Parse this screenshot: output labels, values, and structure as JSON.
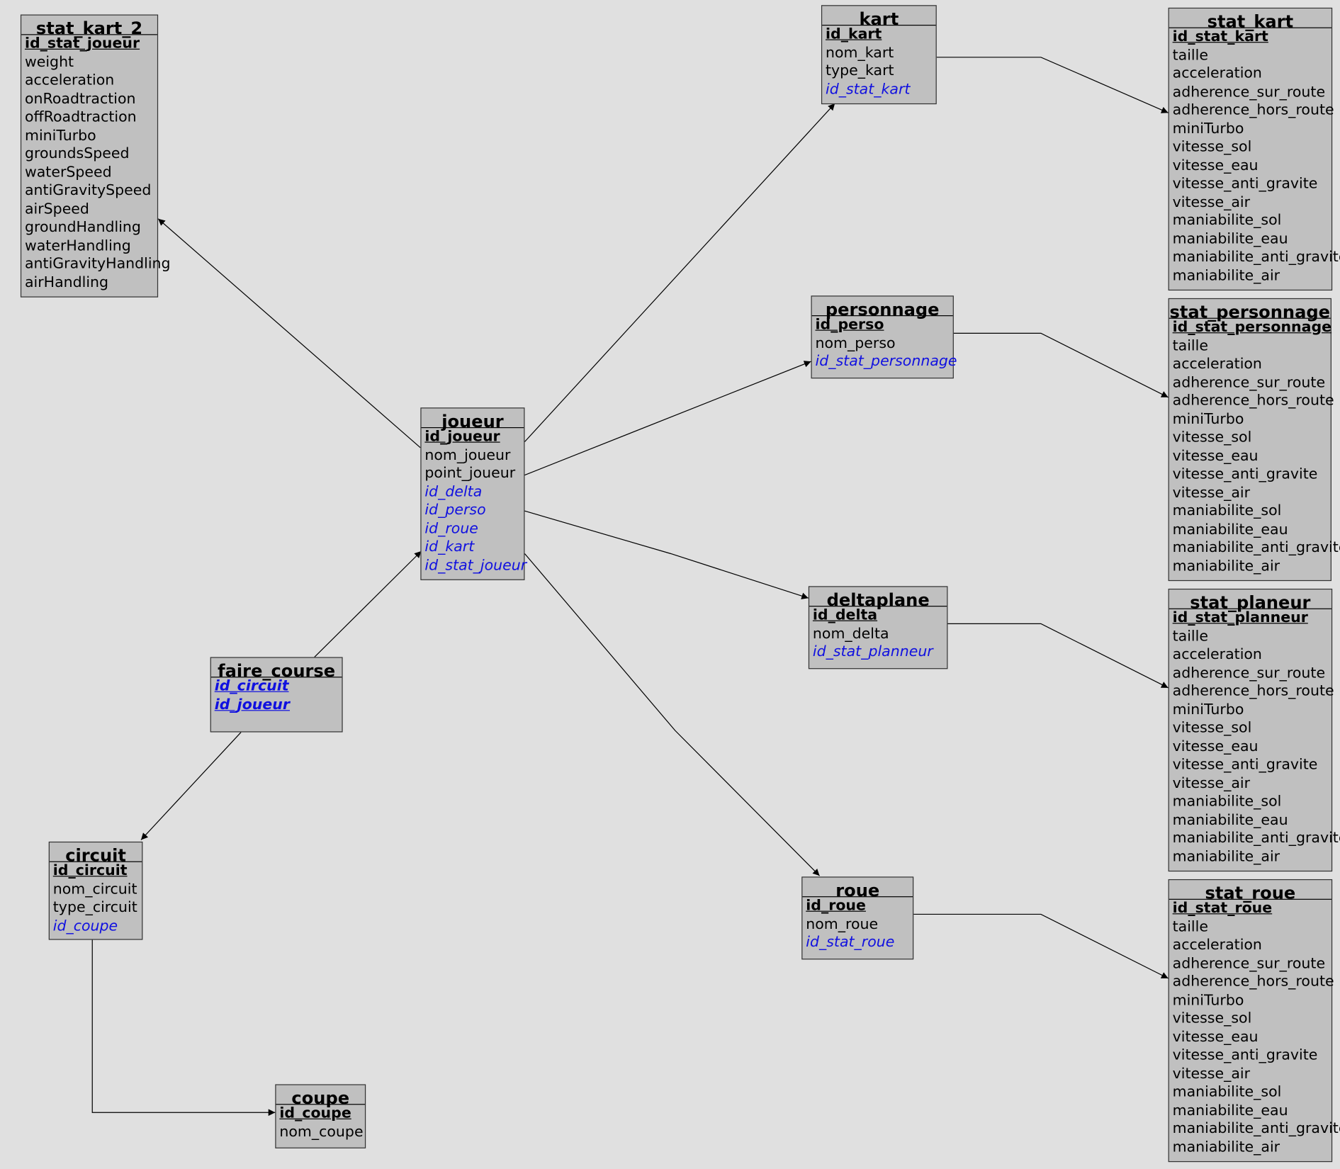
{
  "tables": {
    "stat_kart_2": {
      "name": "stat_kart_2",
      "fields": [
        {
          "t": "id_stat_joueur",
          "k": "pk"
        },
        {
          "t": "weight"
        },
        {
          "t": "acceleration"
        },
        {
          "t": "onRoadtraction"
        },
        {
          "t": "offRoadtraction"
        },
        {
          "t": "miniTurbo"
        },
        {
          "t": "groundsSpeed"
        },
        {
          "t": "waterSpeed"
        },
        {
          "t": "antiGravitySpeed"
        },
        {
          "t": "airSpeed"
        },
        {
          "t": "groundHandling"
        },
        {
          "t": "waterHandling"
        },
        {
          "t": "antiGravityHandling"
        },
        {
          "t": "airHandling"
        }
      ]
    },
    "kart": {
      "name": "kart",
      "fields": [
        {
          "t": "id_kart",
          "k": "pk"
        },
        {
          "t": "nom_kart"
        },
        {
          "t": "type_kart"
        },
        {
          "t": "id_stat_kart",
          "k": "fk"
        }
      ]
    },
    "stat_kart": {
      "name": "stat_kart",
      "fields": [
        {
          "t": "id_stat_kart",
          "k": "pk"
        },
        {
          "t": "taille"
        },
        {
          "t": "acceleration"
        },
        {
          "t": "adherence_sur_route"
        },
        {
          "t": "adherence_hors_route"
        },
        {
          "t": "miniTurbo"
        },
        {
          "t": "vitesse_sol"
        },
        {
          "t": "vitesse_eau"
        },
        {
          "t": "vitesse_anti_gravite"
        },
        {
          "t": "vitesse_air"
        },
        {
          "t": "maniabilite_sol"
        },
        {
          "t": "maniabilite_eau"
        },
        {
          "t": "maniabilite_anti_gravite"
        },
        {
          "t": "maniabilite_air"
        }
      ]
    },
    "personnage": {
      "name": "personnage",
      "fields": [
        {
          "t": "id_perso",
          "k": "pk"
        },
        {
          "t": "nom_perso"
        },
        {
          "t": "id_stat_personnage",
          "k": "fk"
        }
      ]
    },
    "stat_personnage": {
      "name": "stat_personnage",
      "fields": [
        {
          "t": "id_stat_personnage",
          "k": "pk"
        },
        {
          "t": "taille"
        },
        {
          "t": "acceleration"
        },
        {
          "t": "adherence_sur_route"
        },
        {
          "t": "adherence_hors_route"
        },
        {
          "t": "miniTurbo"
        },
        {
          "t": "vitesse_sol"
        },
        {
          "t": "vitesse_eau"
        },
        {
          "t": "vitesse_anti_gravite"
        },
        {
          "t": "vitesse_air"
        },
        {
          "t": "maniabilite_sol"
        },
        {
          "t": "maniabilite_eau"
        },
        {
          "t": "maniabilite_anti_gravite"
        },
        {
          "t": "maniabilite_air"
        }
      ]
    },
    "joueur": {
      "name": "joueur",
      "fields": [
        {
          "t": "id_joueur",
          "k": "pk"
        },
        {
          "t": "nom_joueur"
        },
        {
          "t": "point_joueur"
        },
        {
          "t": "id_delta",
          "k": "fk"
        },
        {
          "t": "id_perso",
          "k": "fk"
        },
        {
          "t": "id_roue",
          "k": "fk"
        },
        {
          "t": "id_kart",
          "k": "fk"
        },
        {
          "t": "id_stat_joueur",
          "k": "fk"
        }
      ]
    },
    "deltaplane": {
      "name": "deltaplane",
      "fields": [
        {
          "t": "id_delta",
          "k": "pk"
        },
        {
          "t": "nom_delta"
        },
        {
          "t": "id_stat_planneur",
          "k": "fk"
        }
      ]
    },
    "stat_planeur": {
      "name": "stat_planeur",
      "fields": [
        {
          "t": "id_stat_planneur",
          "k": "pk"
        },
        {
          "t": "taille"
        },
        {
          "t": "acceleration"
        },
        {
          "t": "adherence_sur_route"
        },
        {
          "t": "adherence_hors_route"
        },
        {
          "t": "miniTurbo"
        },
        {
          "t": "vitesse_sol"
        },
        {
          "t": "vitesse_eau"
        },
        {
          "t": "vitesse_anti_gravite"
        },
        {
          "t": "vitesse_air"
        },
        {
          "t": "maniabilite_sol"
        },
        {
          "t": "maniabilite_eau"
        },
        {
          "t": "maniabilite_anti_gravite"
        },
        {
          "t": "maniabilite_air"
        }
      ]
    },
    "faire_course": {
      "name": "faire_course",
      "fields": [
        {
          "t": "id_circuit",
          "k": "pkfk"
        },
        {
          "t": "id_joueur",
          "k": "pkfk"
        }
      ]
    },
    "circuit": {
      "name": "circuit",
      "fields": [
        {
          "t": "id_circuit",
          "k": "pk"
        },
        {
          "t": "nom_circuit"
        },
        {
          "t": "type_circuit"
        },
        {
          "t": "id_coupe",
          "k": "fk"
        }
      ]
    },
    "roue": {
      "name": "roue",
      "fields": [
        {
          "t": "id_roue",
          "k": "pk"
        },
        {
          "t": "nom_roue"
        },
        {
          "t": "id_stat_roue",
          "k": "fk"
        }
      ]
    },
    "stat_roue": {
      "name": "stat_roue",
      "fields": [
        {
          "t": "id_stat_roue",
          "k": "pk"
        },
        {
          "t": "taille"
        },
        {
          "t": "acceleration"
        },
        {
          "t": "adherence_sur_route"
        },
        {
          "t": "adherence_hors_route"
        },
        {
          "t": "miniTurbo"
        },
        {
          "t": "vitesse_sol"
        },
        {
          "t": "vitesse_eau"
        },
        {
          "t": "vitesse_anti_gravite"
        },
        {
          "t": "vitesse_air"
        },
        {
          "t": "maniabilite_sol"
        },
        {
          "t": "maniabilite_eau"
        },
        {
          "t": "maniabilite_anti_gravite"
        },
        {
          "t": "maniabilite_air"
        }
      ]
    },
    "coupe": {
      "name": "coupe",
      "fields": [
        {
          "t": "id_coupe",
          "k": "pk"
        },
        {
          "t": "nom_coupe"
        }
      ]
    }
  },
  "colors": {
    "background": "#e0e0e0",
    "table_fill": "#c0c0c0",
    "foreign_key": "#1010e0"
  }
}
